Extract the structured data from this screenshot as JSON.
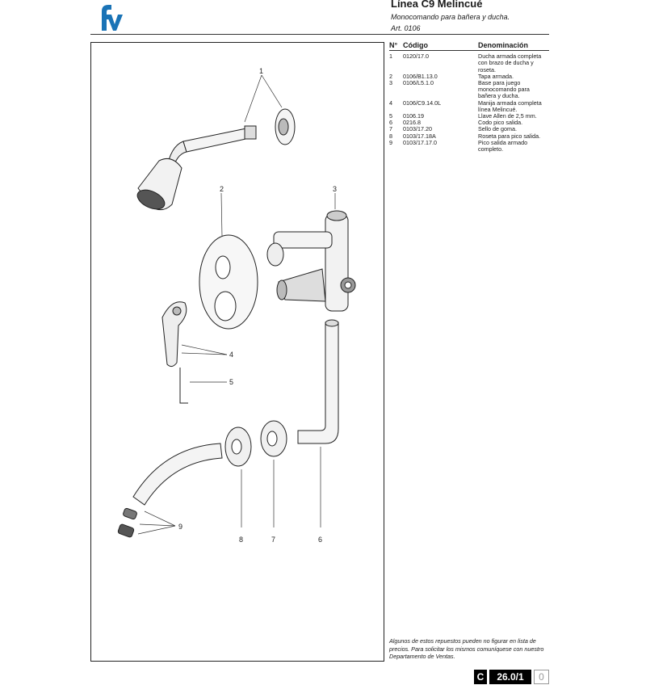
{
  "header": {
    "title": "Línea C9 Melincué",
    "subtitle": "Monocomando para bañera y ducha.",
    "article": "Art. 0106"
  },
  "table": {
    "columns": [
      "N°",
      "Código",
      "Denominación"
    ],
    "rows": [
      {
        "num": "1",
        "code": "0120/17.0",
        "desc": "Ducha armada completa con brazo de ducha y roseta."
      },
      {
        "num": "2",
        "code": "0106/B1.13.0",
        "desc": "Tapa armada."
      },
      {
        "num": "3",
        "code": "0106/L5.1.0",
        "desc": "Base para juego monocomando para bañera y ducha."
      },
      {
        "num": "4",
        "code": "0106/C9.14.0L",
        "desc": "Manija armada completa línea Melincué."
      },
      {
        "num": "5",
        "code": "0106.19",
        "desc": "Llave Allen de 2,5 mm."
      },
      {
        "num": "6",
        "code": "0216.8",
        "desc": "Codo pico salida."
      },
      {
        "num": "7",
        "code": "0103/17.20",
        "desc": "Sello de goma."
      },
      {
        "num": "8",
        "code": "0103/17.18A",
        "desc": "Roseta para pico salida."
      },
      {
        "num": "9",
        "code": "0103/17.17.0",
        "desc": "Pico salida armado completo."
      }
    ]
  },
  "diagram": {
    "callouts": [
      "1",
      "2",
      "3",
      "4",
      "5",
      "6",
      "7",
      "8",
      "9"
    ]
  },
  "note": "Algunos de estos repuestos pueden no figurar en lista de precios. Para solicitar los mismos comuníquese con nuestro Departamento de Ventas.",
  "page": {
    "section": "C",
    "number": "26.0/1",
    "suffix": "0"
  },
  "colors": {
    "logo": "#1a73b6",
    "page_box": "#000000"
  }
}
